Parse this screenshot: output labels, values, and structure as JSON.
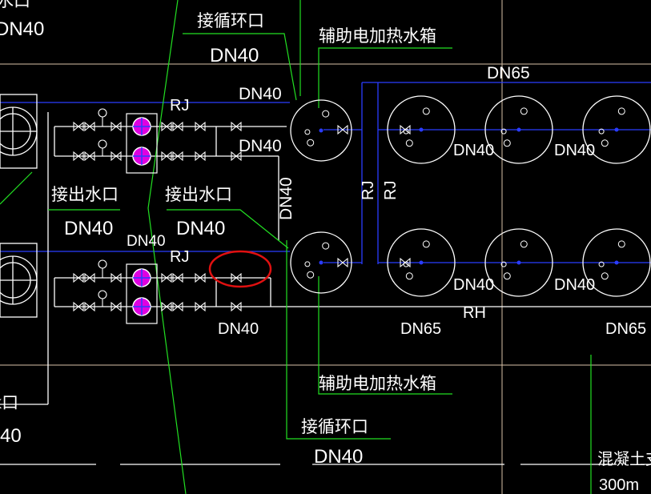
{
  "colors": {
    "background": "#000000",
    "pipe": "#ffffff",
    "supply": "#2a3cff",
    "leader": "#22e022",
    "grid": "#d9c2a8",
    "valve_core": "#e000e0",
    "highlight": "#e01010"
  },
  "labels": {
    "recirc_top": "接循环口",
    "recirc_top_dn": "DN40",
    "aux_tank_top": "辅助电加热水箱",
    "dn65_top": "DN65",
    "dn40_a": "DN40",
    "dn40_b": "DN40",
    "dn40_vertical": "DN40",
    "rj_top": "RJ",
    "rj_mid": "RJ",
    "rj_vert_1": "RJ",
    "rj_vert_2": "RJ",
    "outlet_left": "接出水口",
    "outlet_left_dn": "DN40",
    "outlet_mid": "接出水口",
    "outlet_mid_dn": "DN40",
    "dn40_c": "DN40",
    "dn40_d": "DN40",
    "rh": "RH",
    "dn65_b1": "DN65",
    "dn65_b2": "DN65",
    "tank_dn40_1": "DN40",
    "tank_dn40_2": "DN40",
    "tank_dn40_3": "DN40",
    "tank_dn40_4": "DN40",
    "aux_tank_bottom": "辅助电加热水箱",
    "recirc_bottom": "接循环口",
    "recirc_bottom_dn": "DN40",
    "frag_top_left_a": "水口",
    "frag_top_left_b": "DN40",
    "frag_bottom_left_a": "k口",
    "frag_bottom_left_b": "40",
    "concrete": "混凝土支",
    "concrete_size": "300m"
  },
  "icons": {
    "heat_pump_fan": "fan-icon",
    "gate_valve": "gate-valve-icon",
    "pressure_gauge": "pressure-gauge-icon",
    "pump": "pump-icon",
    "water_tank": "water-tank-icon",
    "highlight_ring": "highlight-ellipse-icon"
  }
}
